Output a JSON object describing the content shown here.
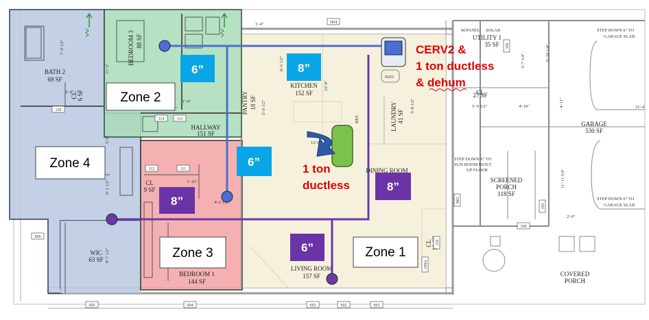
{
  "colors": {
    "zone1_fill": "#f3ecd2",
    "zone2_fill": "#a9dcb8",
    "zone3_fill": "#f3a3a3",
    "zone4_fill": "#b9c8e0",
    "duct_blue": "#4a6fd1",
    "duct_purple": "#6a3aa5",
    "badge_blue": "#0aa5e6",
    "badge_purple": "#6a33a8",
    "red_note": "#e00000",
    "green_unit": "#7cc24a"
  },
  "zones": {
    "zone1": "Zone 1",
    "zone2": "Zone 2",
    "zone3": "Zone 3",
    "zone4": "Zone 4"
  },
  "duct_badges": {
    "blue_top_left": "6”",
    "blue_top_right": "8”",
    "blue_mid": "6”",
    "purple_bed1": "8”",
    "purple_dining": "8”",
    "purple_living": "6”"
  },
  "equipment_notes": {
    "cerv_line1": "CERV2 &",
    "cerv_line2": "1 ton ductless",
    "cerv_line3": "& dehum",
    "ductless_line1": "1 ton",
    "ductless_line2": "ductless"
  },
  "rooms": {
    "bath2": {
      "name": "BATH 2",
      "sf": "69 SF"
    },
    "bedroom3": {
      "name": "BEDROOM 3",
      "sf": "88 SF"
    },
    "cl_a": {
      "name": "CL",
      "sf": "6 SF"
    },
    "hallway": {
      "name": "HALLWAY",
      "sf": "151 SF"
    },
    "kitchen": {
      "name": "KITCHEN",
      "sf": "152 SF"
    },
    "pantry": {
      "name": "PANTRY",
      "sf": "18 SF"
    },
    "laundry": {
      "name": "LAUNDRY",
      "sf": "41 SF"
    },
    "utility": {
      "name": "UTILITY 1",
      "sf": "35 SF"
    },
    "cl_b": {
      "name": "CL",
      "sf": "27 SF"
    },
    "dining": {
      "name": "DINING ROOM",
      "sf": ""
    },
    "cl_c": {
      "name": "CL",
      "sf": "9 SF"
    },
    "bedroom1": {
      "name": "BEDROOM 1",
      "sf": "144 SF"
    },
    "living": {
      "name": "LIVING ROOM",
      "sf": "157 SF"
    },
    "wic": {
      "name": "WIC",
      "sf": "63 SF"
    },
    "cl_d": {
      "name": "CL",
      "sf": "18 SF"
    },
    "screened": {
      "name": "SCREENED",
      "name2": "PORCH",
      "sf": "118 SF"
    },
    "garage": {
      "name": "GARAGE",
      "sf": "530 SF"
    },
    "covered": {
      "name": "COVERED",
      "name2": "PORCH"
    }
  },
  "plan_notes": {
    "mpanel": "M.PANEL",
    "solar": "SOLAR",
    "step_garage_top": "STEP DOWN 6\" TO",
    "step_garage_top2": "GARAGE SLAB",
    "step_sun1": "STEP DOWN 6\" TO",
    "step_sun2": "SUN ROOM BUILT",
    "step_sun3": "UP FLOOR",
    "step_garage_bot": "STEP DOWN 6\" TO",
    "step_garage_bot2": "GARAGE SLAB",
    "h2o": "H2O",
    "ref": "REF"
  },
  "tags": {
    "n04": "N04",
    "s05": "S05",
    "s04": "S04",
    "s03": "S03",
    "s02": "S02",
    "s01": "S01",
    "s06": "S06",
    "n01": "N01",
    "t112": "112",
    "t111": "111",
    "t114": "114",
    "t113": "113",
    "t129": "129",
    "t106": "106",
    "t103": "103",
    "t100": "100",
    "t109a": "109A",
    "t110": "110"
  },
  "dimensions": {
    "d1": "7'-0 1/2\"",
    "d2": "2'-4\"",
    "d3": "11'-5\"",
    "d4": "1'-9\"",
    "d5": "1'-9\"",
    "d6": "6'-5 1/2\"",
    "d7": "5'-0 1/2\"",
    "d8": "10'-8\"",
    "d9": "12'-8\"",
    "d10": "5'-8 1/2\"",
    "d11": "1'-10\"",
    "d12": "4'-2 1/2\"",
    "d13": "6'-1 1/2\"",
    "d14": "8'-7 1/2\"",
    "d15": "5'-0\"",
    "d16": "4'-10\"",
    "d17": "5'-9 1/2\"",
    "d18": "3'-7 3/4\"",
    "d19": "6'-10 1/4\"",
    "d20": "11'-11 3/4\"",
    "d21": "21'-4",
    "d22": "1'-4\"",
    "d23": "2'-0\"",
    "d24": "4'-11\""
  }
}
